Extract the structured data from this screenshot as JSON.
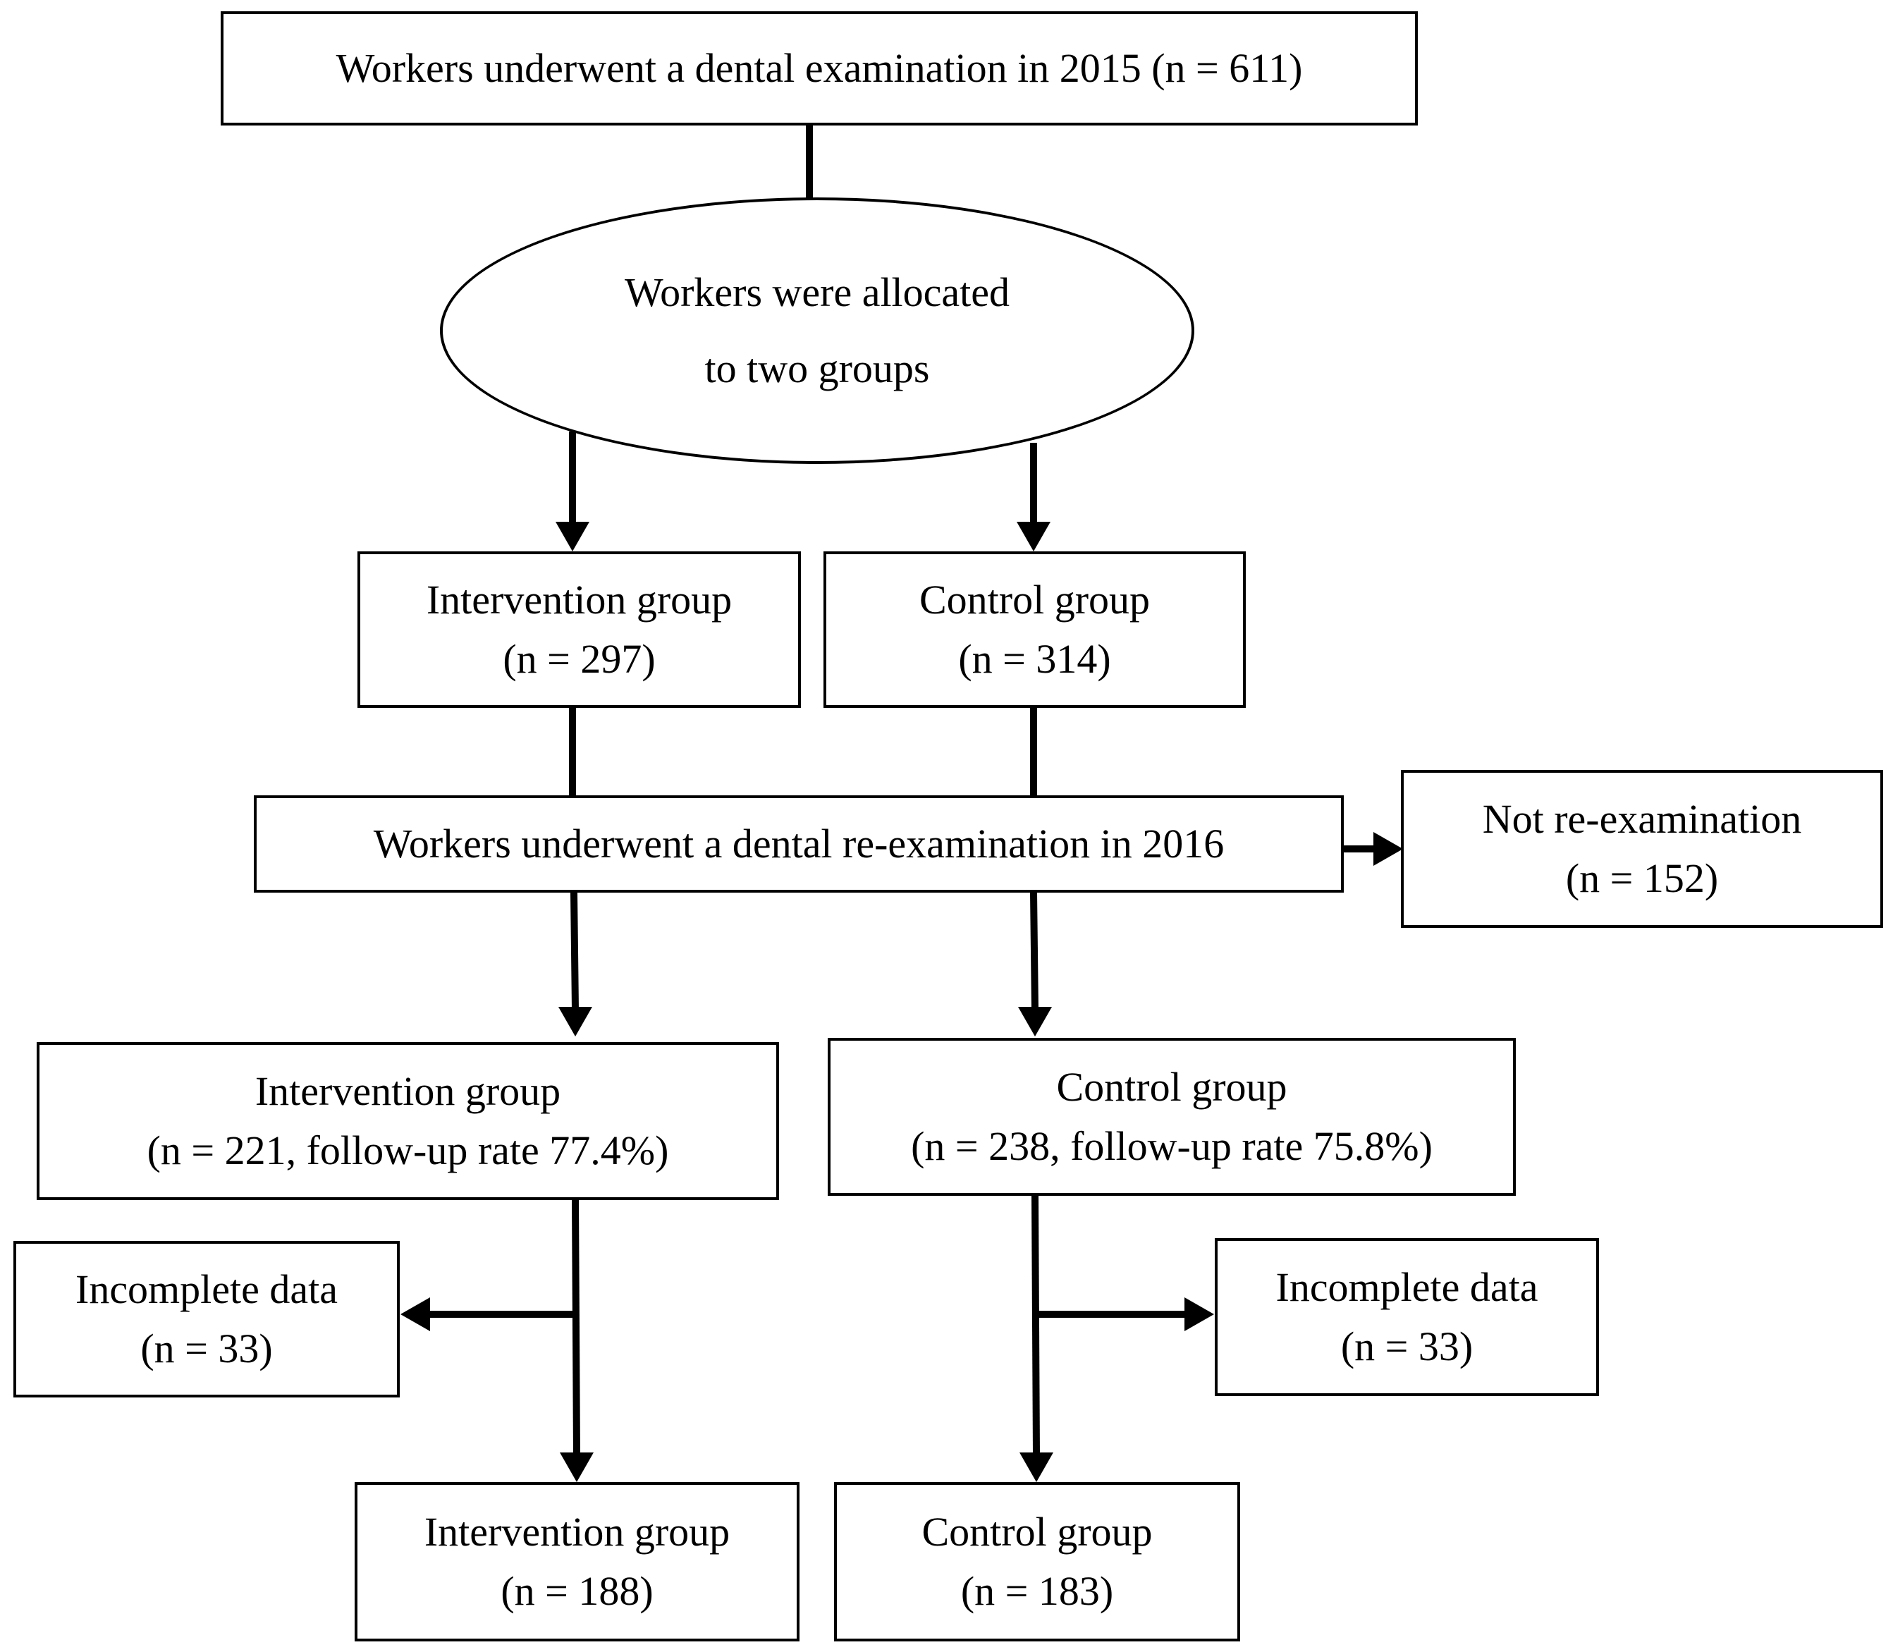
{
  "start": {
    "text": "Workers underwent a dental examination in 2015 (n = 611)"
  },
  "allocation": {
    "line1": "Workers were allocated",
    "line2": "to two groups"
  },
  "baseline": {
    "intervention": {
      "label": "Intervention group",
      "count": "(n = 297)"
    },
    "control": {
      "label": "Control group",
      "count": "(n = 314)"
    }
  },
  "reexam": {
    "text": "Workers underwent a dental re-examination in 2016"
  },
  "not_reexam": {
    "label": "Not re-examination",
    "count": "(n = 152)"
  },
  "followup": {
    "intervention": {
      "label": "Intervention group",
      "count": "(n = 221, follow-up rate 77.4%)"
    },
    "control": {
      "label": "Control group",
      "count": "(n = 238, follow-up rate 75.8%)"
    }
  },
  "incomplete": {
    "intervention": {
      "label": "Incomplete data",
      "count": "(n = 33)"
    },
    "control": {
      "label": "Incomplete data",
      "count": "(n = 33)"
    }
  },
  "final": {
    "intervention": {
      "label": "Intervention group",
      "count": "(n = 188)"
    },
    "control": {
      "label": "Control group",
      "count": "(n = 183)"
    }
  }
}
